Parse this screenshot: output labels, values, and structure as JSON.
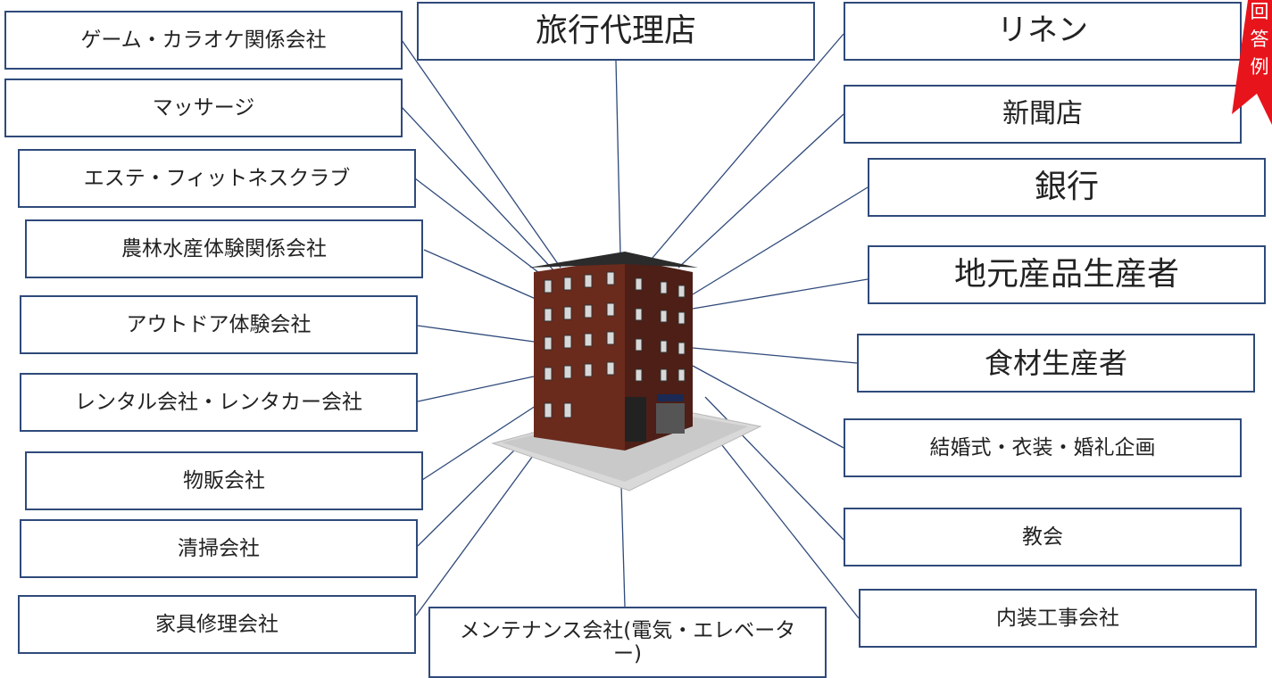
{
  "center": "building",
  "labels": {
    "game_karaoke": "ゲーム・カラオケ関係会社",
    "massage": "マッサージ",
    "esthetic_fitness": "エステ・フィットネスクラブ",
    "agri_fishery": "農林水産体験関係会社",
    "outdoor": "アウトドア体験会社",
    "rental": "レンタル会社・レンタカー会社",
    "merchandise": "物販会社",
    "cleaning": "清掃会社",
    "furniture_repair": "家具修理会社",
    "travel_agency": "旅行代理店",
    "maintenance": "メンテナンス会社(電気・エレベーター)",
    "linen": "リネン",
    "newspaper": "新聞店",
    "bank": "銀行",
    "local_producers": "地元産品生産者",
    "food_producers": "食材生産者",
    "wedding": "結婚式・衣装・婚礼企画",
    "church": "教会",
    "interior_construction": "内装工事会社"
  },
  "ribbon_text": [
    "回",
    "答",
    "例"
  ],
  "colors": {
    "border": "#2f4a7a",
    "line": "#2f4a7a",
    "ribbon": "#e8141c"
  }
}
